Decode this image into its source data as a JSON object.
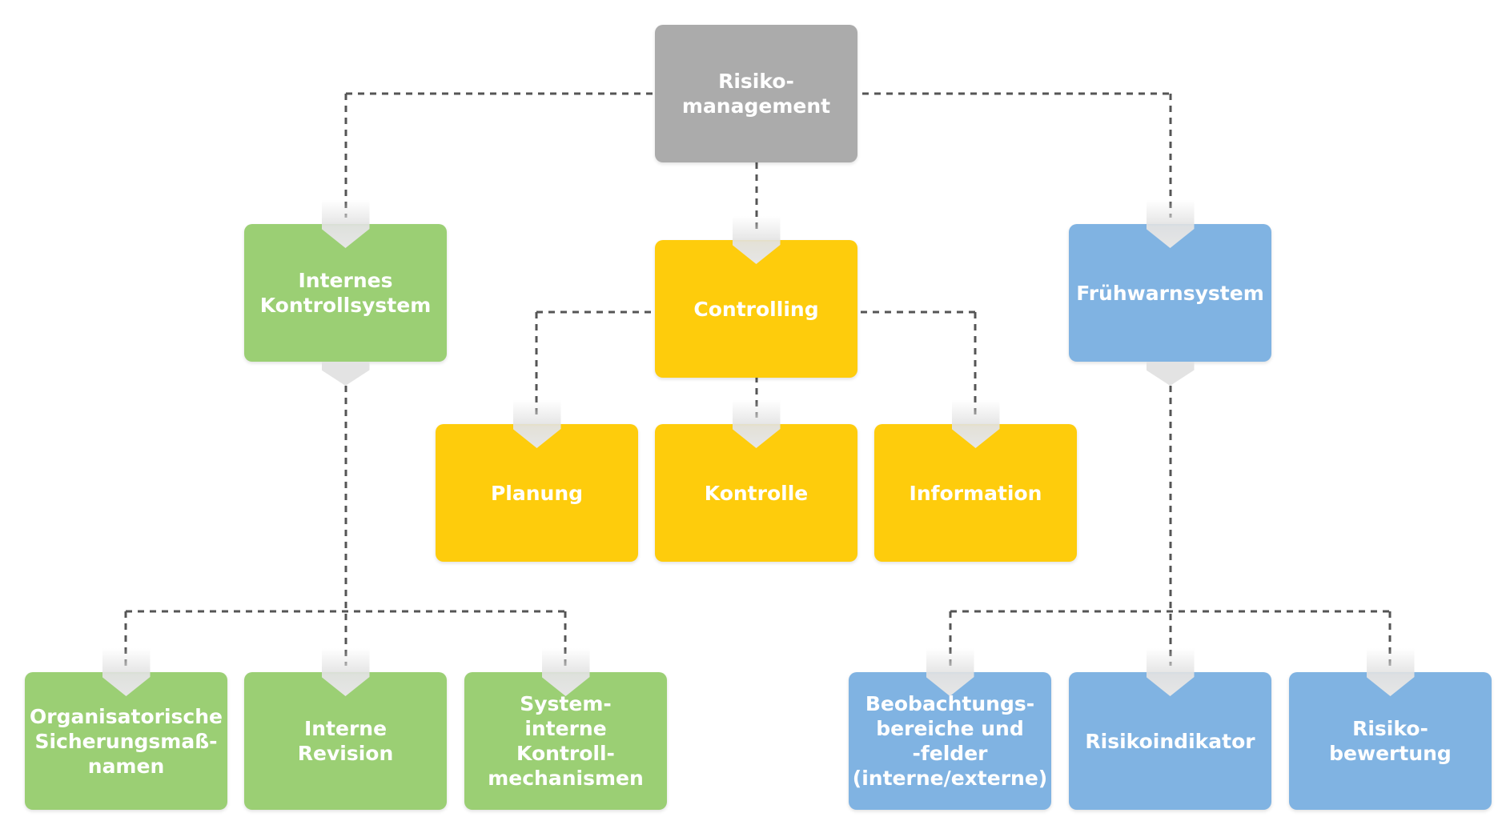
{
  "colors": {
    "root": "#ababab",
    "green": "#9bcf74",
    "yellow": "#fecc0c",
    "blue": "#80b3e2",
    "connector": "#555555"
  },
  "nodes": {
    "root": "Risiko-\nmanagement",
    "iks": "Internes\nKontrollsystem",
    "controlling": "Controlling",
    "fruehwarn": "Frühwarnsystem",
    "planung": "Planung",
    "kontrolle": "Kontrolle",
    "information": "Information",
    "org_sicherung": "Organisatorische\nSicherungsmaß-\nnamen",
    "interne_revision": "Interne\nRevision",
    "system_intern": "System-\ninterne\nKontroll-\nmechanismen",
    "beobachtung": "Beobachtungs-\nbereiche und\n-felder\n(interne/externe)",
    "risikoindikator": "Risikoindikator",
    "risikobewertung": "Risiko-\nbewertung"
  }
}
